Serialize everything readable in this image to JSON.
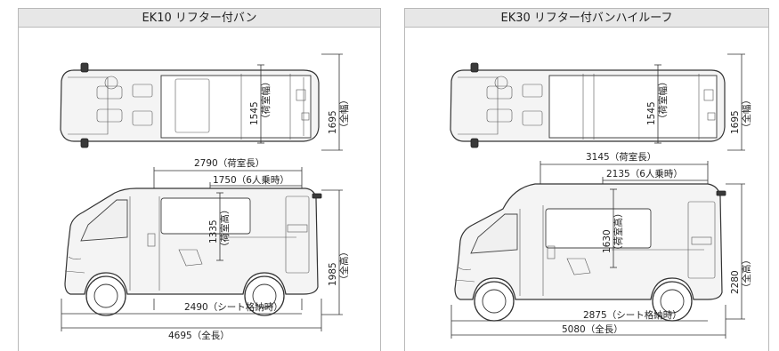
{
  "panels": [
    {
      "title": "EK10 リフター付バン",
      "dims": {
        "cargo_width": "1545",
        "cargo_width_label": "（荷室幅）",
        "overall_width": "1695",
        "overall_width_label": "（全幅）",
        "cargo_length": "2790（荷室長）",
        "six_seat_length": "1750（6人乗時）",
        "cargo_height": "1335",
        "cargo_height_label": "（荷室高）",
        "overall_height": "1985",
        "overall_height_label": "（全高）",
        "seat_stowed_length": "2490（シート格納時）",
        "overall_length": "4695（全長）"
      }
    },
    {
      "title": "EK30 リフター付バンハイルーフ",
      "dims": {
        "cargo_width": "1545",
        "cargo_width_label": "（荷室幅）",
        "overall_width": "1695",
        "overall_width_label": "（全幅）",
        "cargo_length": "3145（荷室長）",
        "six_seat_length": "2135（6人乗時）",
        "cargo_height": "1630",
        "cargo_height_label": "（荷室高）",
        "overall_height": "2280",
        "overall_height_label": "（全高）",
        "seat_stowed_length": "2875（シート格納時）",
        "overall_length": "5080（全長）"
      }
    }
  ]
}
